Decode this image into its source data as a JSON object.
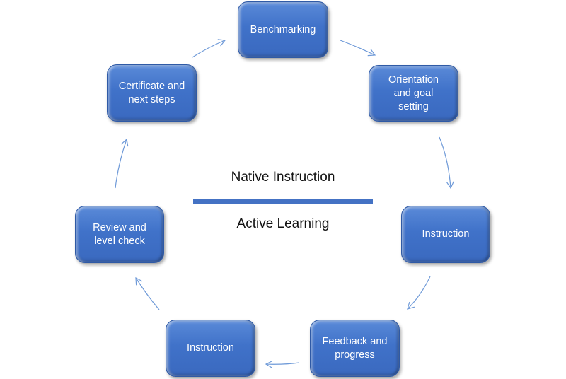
{
  "diagram": {
    "nodes": [
      {
        "id": "benchmarking",
        "label": "Benchmarking"
      },
      {
        "id": "orientation",
        "label": "Orientation\nand goal\nsetting"
      },
      {
        "id": "instruction-right",
        "label": "Instruction"
      },
      {
        "id": "feedback",
        "label": "Feedback and\nprogress"
      },
      {
        "id": "instruction-bottom",
        "label": "Instruction"
      },
      {
        "id": "review",
        "label": "Review and\nlevel check"
      },
      {
        "id": "certificate",
        "label": "Certificate and\nnext steps"
      }
    ],
    "edges": [
      {
        "from": "benchmarking",
        "to": "orientation"
      },
      {
        "from": "orientation",
        "to": "instruction-right"
      },
      {
        "from": "instruction-right",
        "to": "feedback"
      },
      {
        "from": "feedback",
        "to": "instruction-bottom"
      },
      {
        "from": "instruction-bottom",
        "to": "review"
      },
      {
        "from": "review",
        "to": "certificate"
      },
      {
        "from": "certificate",
        "to": "benchmarking"
      }
    ],
    "center": {
      "top_label": "Native Instruction",
      "bottom_label": "Active Learning"
    },
    "colors": {
      "node_fill": "#4472c4",
      "arrow": "#6f9ad8",
      "divider": "#4472c4"
    }
  }
}
